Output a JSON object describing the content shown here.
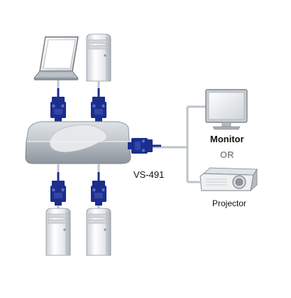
{
  "switch": {
    "model": "VS-491"
  },
  "outputs": {
    "monitor_label": "Monitor",
    "or_label": "OR",
    "projector_label": "Projector"
  },
  "colors": {
    "connector": "#1c2e8c",
    "cable": "#bfc4ca",
    "device_light": "#eef0f2",
    "device_dark": "#a7adb4",
    "or_text": "#8b9096"
  },
  "icons": [
    "laptop-icon",
    "tower-pc-icon",
    "vga-connector-icon",
    "switch-box-icon",
    "monitor-icon",
    "projector-icon"
  ]
}
